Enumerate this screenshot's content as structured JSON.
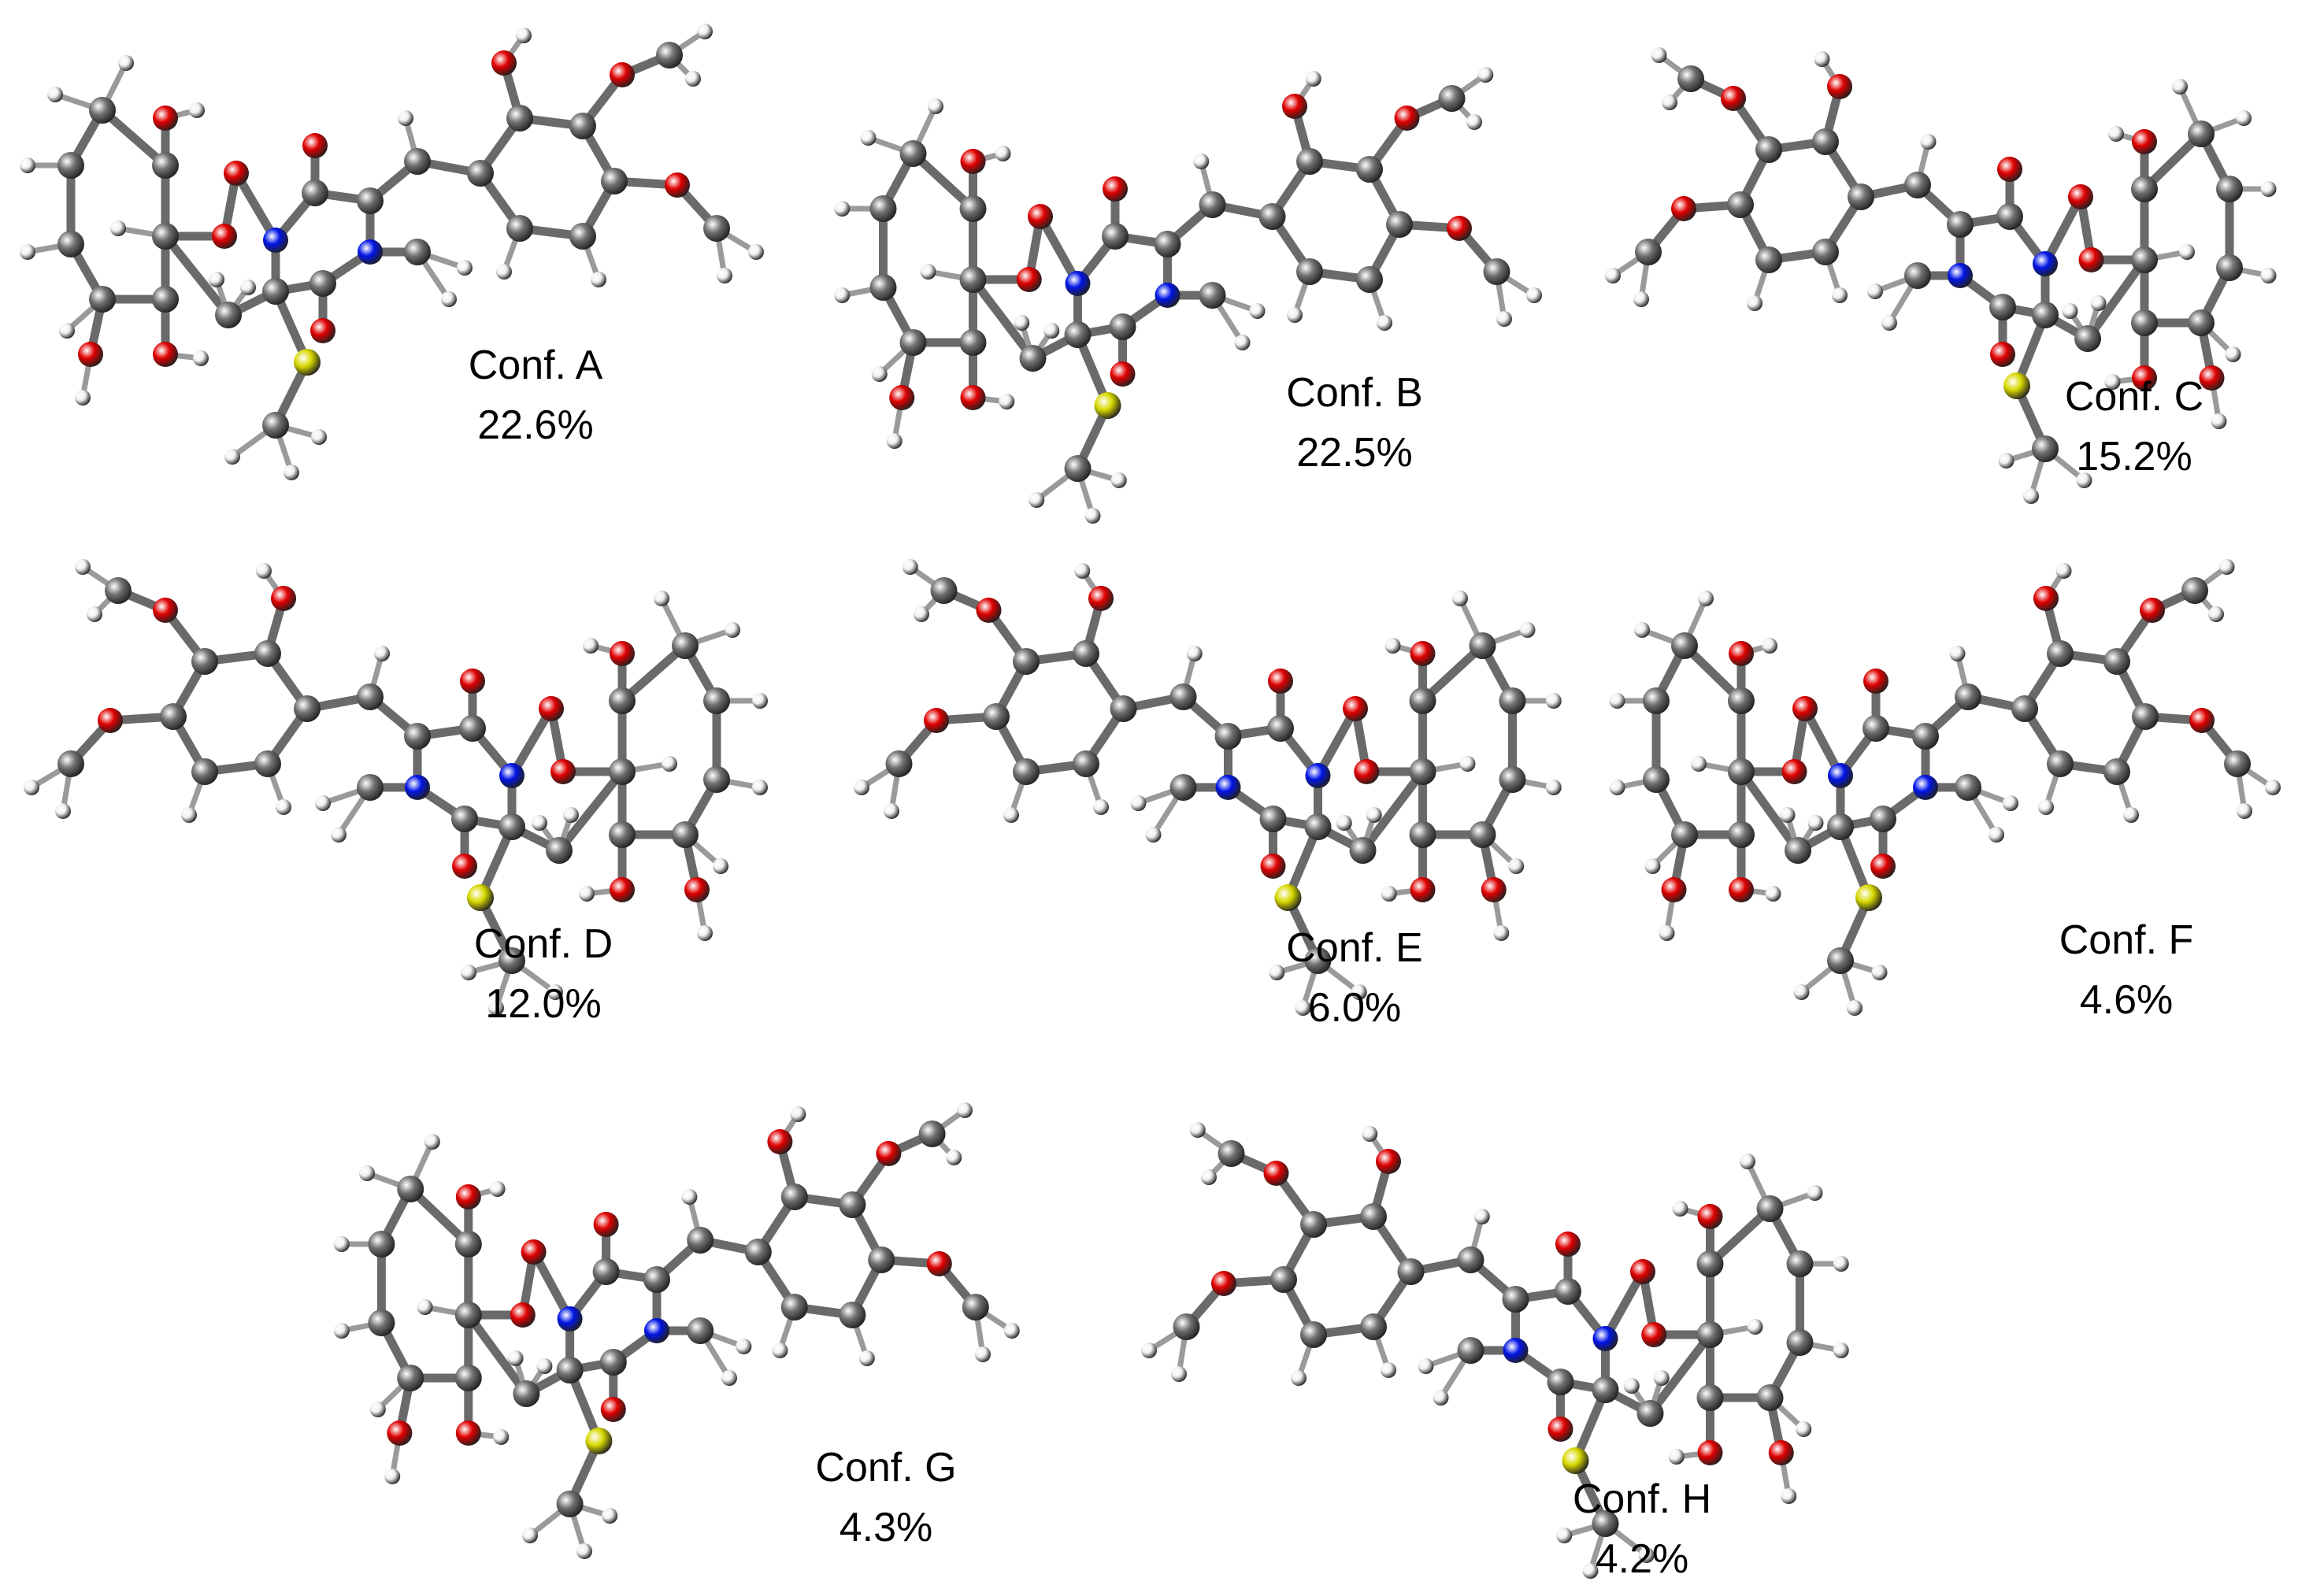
{
  "colors": {
    "carbon": "#707070",
    "oxygen": "#e00000",
    "nitrogen": "#0014e6",
    "sulfur": "#d8d800",
    "hydrogen": "#f0f0f0",
    "bond": "#6a6a6a",
    "text": "#000000",
    "background": "#ffffff"
  },
  "conformers": [
    {
      "name": "Conf. A",
      "population": "22.6%"
    },
    {
      "name": "Conf. B",
      "population": "22.5%"
    },
    {
      "name": "Conf. C",
      "population": "15.2%"
    },
    {
      "name": "Conf. D",
      "population": "12.0%"
    },
    {
      "name": "Conf. E",
      "population": "6.0%"
    },
    {
      "name": "Conf. F",
      "population": "4.6%"
    },
    {
      "name": "Conf. G",
      "population": "4.3%"
    },
    {
      "name": "Conf. H",
      "population": "4.2%"
    }
  ]
}
